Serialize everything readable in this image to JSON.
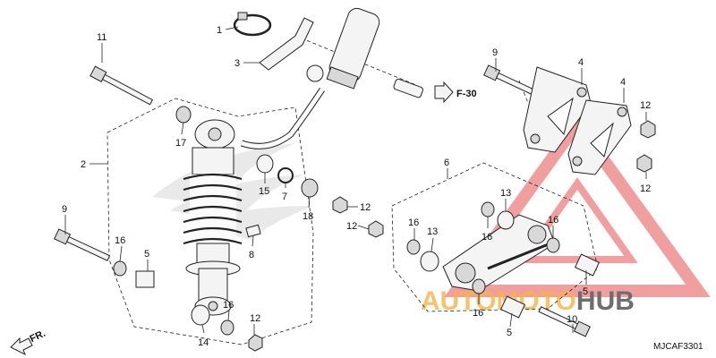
{
  "callouts": [
    {
      "id": "c1",
      "text": "1"
    },
    {
      "id": "c2",
      "text": "2"
    },
    {
      "id": "c3",
      "text": "3"
    },
    {
      "id": "c4a",
      "text": "4"
    },
    {
      "id": "c4b",
      "text": "4"
    },
    {
      "id": "c5a",
      "text": "5"
    },
    {
      "id": "c5b",
      "text": "5"
    },
    {
      "id": "c5c",
      "text": "5"
    },
    {
      "id": "c6",
      "text": "6"
    },
    {
      "id": "c7",
      "text": "7"
    },
    {
      "id": "c8",
      "text": "8"
    },
    {
      "id": "c9a",
      "text": "9"
    },
    {
      "id": "c9b",
      "text": "9"
    },
    {
      "id": "c10",
      "text": "10"
    },
    {
      "id": "c11",
      "text": "11"
    },
    {
      "id": "c12a",
      "text": "12"
    },
    {
      "id": "c12b",
      "text": "12"
    },
    {
      "id": "c12c",
      "text": "12"
    },
    {
      "id": "c12d",
      "text": "12"
    },
    {
      "id": "c12e",
      "text": "12"
    },
    {
      "id": "c13a",
      "text": "13"
    },
    {
      "id": "c13b",
      "text": "13"
    },
    {
      "id": "c14",
      "text": "14"
    },
    {
      "id": "c15",
      "text": "15"
    },
    {
      "id": "c16a",
      "text": "16"
    },
    {
      "id": "c16b",
      "text": "16"
    },
    {
      "id": "c16c",
      "text": "16"
    },
    {
      "id": "c16d",
      "text": "16"
    },
    {
      "id": "c16e",
      "text": "16"
    },
    {
      "id": "c16f",
      "text": "16"
    },
    {
      "id": "c17",
      "text": "17"
    },
    {
      "id": "c18",
      "text": "18"
    }
  ],
  "reference_label": "F-30",
  "front_indicator": "FR.",
  "diagram_code": "MJCAF3301",
  "watermark": {
    "text_a": "AUTO",
    "text_b": "MOTO",
    "text_c": "HUB",
    "color_a": "#f5a623",
    "color_b": "#f5a623",
    "color_c": "#555555",
    "triangle_color": "#e03030"
  }
}
